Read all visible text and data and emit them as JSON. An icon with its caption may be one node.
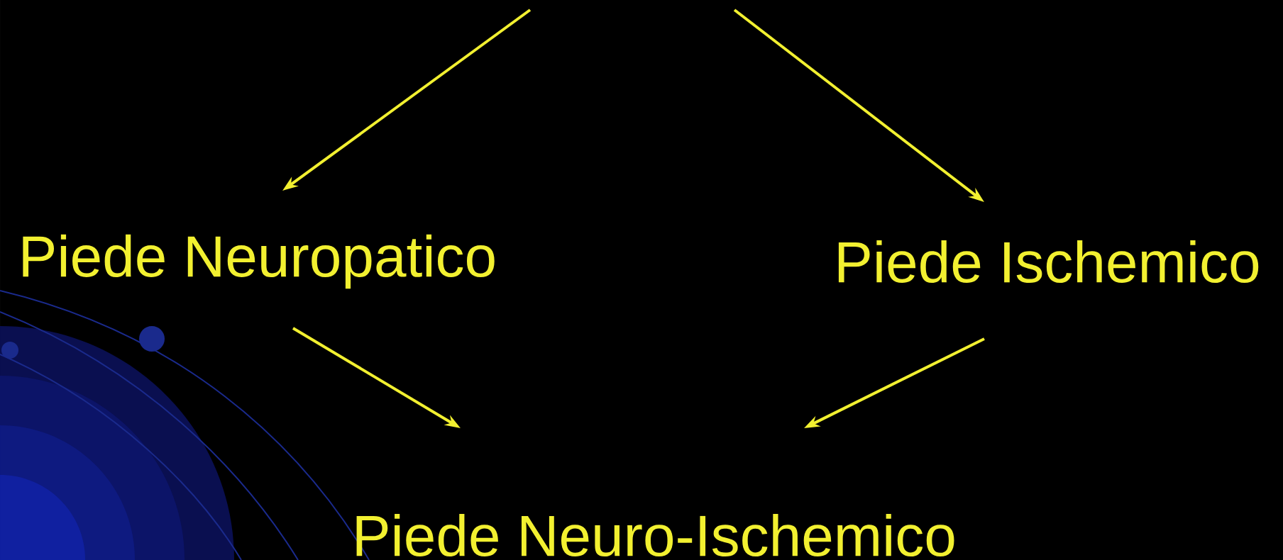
{
  "diagram": {
    "nodes": [
      {
        "text": [
          "Piede Neuropatico"
        ]
      },
      {
        "text": [
          "Piede Ischemico"
        ]
      },
      {
        "text": [
          "Piede Neuro-Ischemico"
        ]
      }
    ],
    "edges": [
      {
        "from": null,
        "to": 0,
        "arrow": "to"
      },
      {
        "from": null,
        "to": 1,
        "arrow": "to"
      },
      {
        "from": 0,
        "to": 2,
        "arrow": "to"
      },
      {
        "from": 1,
        "to": 2,
        "arrow": "to"
      }
    ]
  }
}
